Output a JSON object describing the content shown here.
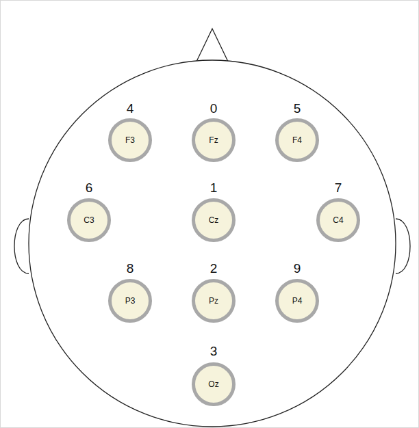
{
  "diagram": {
    "nodes": [
      {
        "text": [
          "F3"
        ]
      },
      {
        "text": [
          "Fz"
        ]
      },
      {
        "text": [
          "F4"
        ]
      },
      {
        "text": [
          "C3"
        ]
      },
      {
        "text": [
          "Cz"
        ]
      },
      {
        "text": [
          "C4"
        ]
      },
      {
        "text": [
          "P3"
        ]
      },
      {
        "text": [
          "Pz"
        ]
      },
      {
        "text": [
          "P4"
        ]
      },
      {
        "text": [
          "Oz"
        ]
      }
    ],
    "labels": [
      "4",
      "0",
      "5",
      "6",
      "1",
      "7",
      "8",
      "2",
      "9",
      "3"
    ]
  }
}
